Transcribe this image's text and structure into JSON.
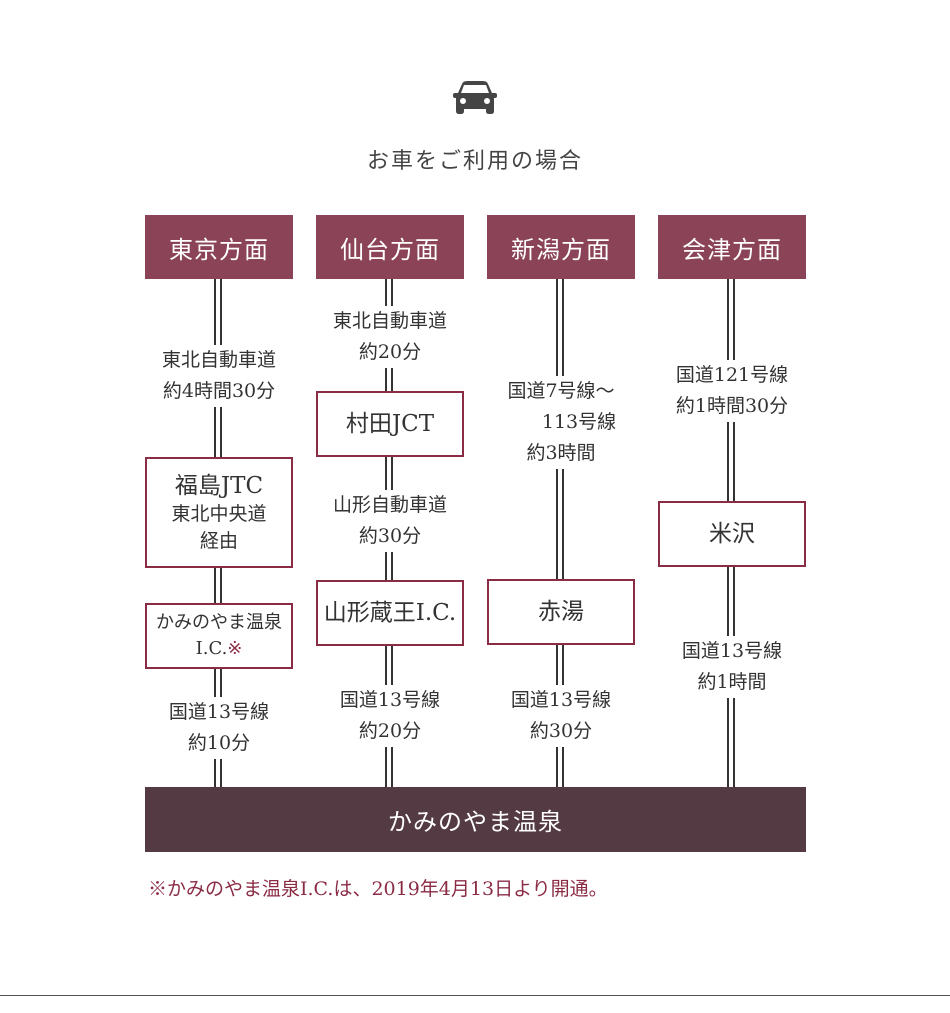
{
  "icon": "car-icon",
  "title": "お車をご利用の場合",
  "colors": {
    "heading_bg": "#8b4357",
    "node_border": "#8b2c45",
    "destination_bg": "#543a42",
    "note": "#8b2c45"
  },
  "columns": [
    {
      "heading": "東京方面",
      "steps": [
        {
          "type": "route",
          "lines": [
            "東北自動車道",
            "約4時間30分"
          ]
        },
        {
          "type": "node",
          "lines": [
            "福島JTC",
            "東北中央道",
            "経由"
          ]
        },
        {
          "type": "node",
          "lines": [
            "かみのやま温泉",
            "I.C."
          ],
          "mark": "※"
        },
        {
          "type": "route",
          "lines": [
            "国道13号線",
            "約10分"
          ]
        }
      ]
    },
    {
      "heading": "仙台方面",
      "steps": [
        {
          "type": "route",
          "lines": [
            "東北自動車道",
            "約20分"
          ]
        },
        {
          "type": "node",
          "lines": [
            "村田JCT"
          ]
        },
        {
          "type": "route",
          "lines": [
            "山形自動車道",
            "約30分"
          ]
        },
        {
          "type": "node",
          "lines": [
            "山形蔵王I.C."
          ]
        },
        {
          "type": "route",
          "lines": [
            "国道13号線",
            "約20分"
          ]
        }
      ]
    },
    {
      "heading": "新潟方面",
      "steps": [
        {
          "type": "route",
          "lines": [
            "国道7号線～",
            "113号線",
            "約3時間"
          ]
        },
        {
          "type": "node",
          "lines": [
            "赤湯"
          ]
        },
        {
          "type": "route",
          "lines": [
            "国道13号線",
            "約30分"
          ]
        }
      ]
    },
    {
      "heading": "会津方面",
      "steps": [
        {
          "type": "route",
          "lines": [
            "国道121号線",
            "約1時間30分"
          ]
        },
        {
          "type": "node",
          "lines": [
            "米沢"
          ]
        },
        {
          "type": "route",
          "lines": [
            "国道13号線",
            "約1時間"
          ]
        }
      ]
    }
  ],
  "destination": "かみのやま温泉",
  "footnote": "※かみのやま温泉I.C.は、2019年4月13日より開通。"
}
